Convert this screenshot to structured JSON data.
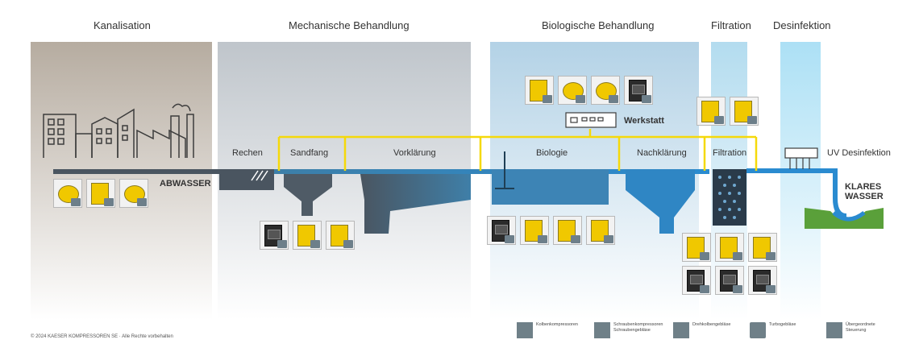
{
  "stages": {
    "kanalisation": "Kanalisation",
    "mechanische": "Mechanische Behandlung",
    "biologische": "Biologische Behandlung",
    "filtration": "Filtration",
    "desinfektion": "Desinfektion"
  },
  "process_labels": {
    "abwasser": "ABWASSER",
    "rechen": "Rechen",
    "sandfang": "Sandfang",
    "vorklaerung": "Vorklärung",
    "biologie": "Biologie",
    "nachklaerung": "Nachklärung",
    "filtration": "Filtration",
    "uv": "UV Desinfektion",
    "klares_line1": "KLARES",
    "klares_line2": "WASSER",
    "werkstatt": "Werkstatt"
  },
  "legend": [
    {
      "icon": "piston-compressor-icon",
      "text": "Kolbenkompressoren"
    },
    {
      "icon": "screw-compressor-blower-icon",
      "text": "Schraubenkompressoren\nSchraubengebläse"
    },
    {
      "icon": "rotary-lobe-blower-icon",
      "text": "Drehkolbengebläse"
    },
    {
      "icon": "turbo-blower-icon",
      "text": "Turbogebläse"
    },
    {
      "icon": "master-controller-icon",
      "text": "Übergeordnete\nSteuerung"
    }
  ],
  "copyright": "© 2024 KAESER KOMPRESSOREN SE · Alle Rechte vorbehalten",
  "colors": {
    "air_line": "#f5d90a",
    "water_dark": "#4a5560",
    "water_blue": "#2a8bd0",
    "kanal_bg": "#b8aea2",
    "mech_bg": "#bfc6cc",
    "bio_bg": "#b5d3e6",
    "des_bg": "#b8e4f6",
    "ground": "#5aa03a"
  }
}
